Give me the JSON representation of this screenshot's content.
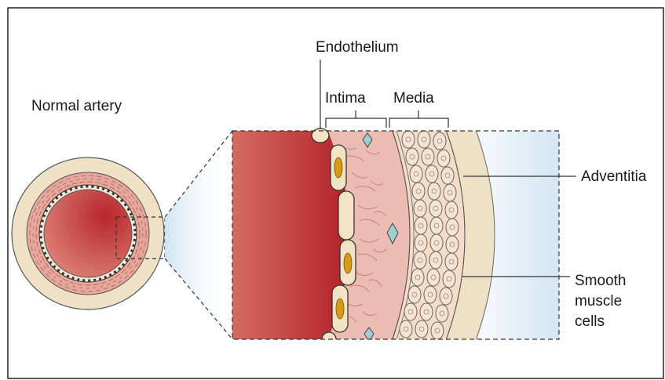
{
  "diagram": {
    "labels": {
      "normal_artery": "Normal artery",
      "endothelium": "Endothelium",
      "intima": "Intima",
      "media": "Media",
      "adventitia": "Adventitia",
      "smooth_muscle_line1": "Smooth",
      "smooth_muscle_line2": "muscle",
      "smooth_muscle_line3": "cells"
    },
    "colors": {
      "lumen_dark": "#b8262c",
      "lumen_light": "#d98475",
      "intima": "#ecbcb3",
      "media": "#f5dcc8",
      "adventitia": "#efe1c6",
      "nucleus": "#d99a1a",
      "endothelial_cell": "#f2e3c4",
      "haze": "#d6e8f3",
      "outline": "#222222"
    }
  }
}
